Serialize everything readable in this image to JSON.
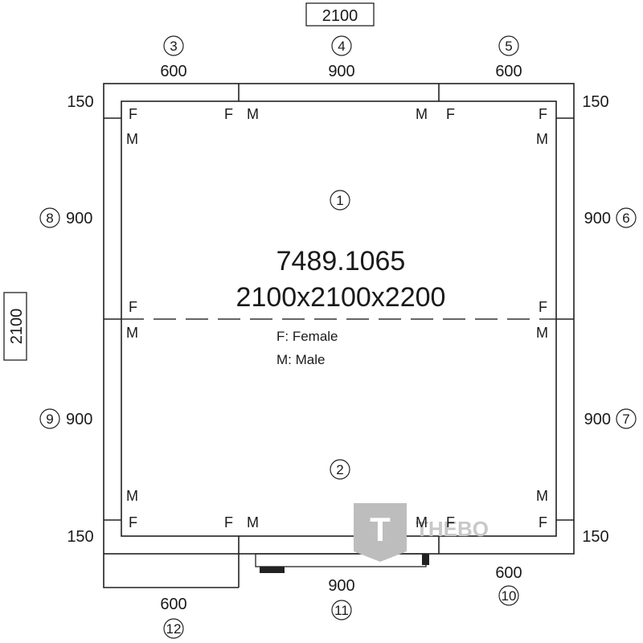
{
  "overall": {
    "top_width": "2100",
    "left_height": "2100"
  },
  "panels": [
    {
      "num": "3",
      "dim": "600"
    },
    {
      "num": "4",
      "dim": "900"
    },
    {
      "num": "5",
      "dim": "600"
    },
    {
      "num": "6",
      "dim": "900"
    },
    {
      "num": "7",
      "dim": "900"
    },
    {
      "num": "8",
      "dim": "900"
    },
    {
      "num": "9",
      "dim": "900"
    },
    {
      "num": "10",
      "dim": "600"
    },
    {
      "num": "11",
      "dim": "900"
    },
    {
      "num": "12",
      "dim": "600"
    }
  ],
  "corner_dims": {
    "top_left": "150",
    "top_right": "150",
    "bottom_left": "150",
    "bottom_right": "150"
  },
  "floor_panels": [
    {
      "num": "1"
    },
    {
      "num": "2"
    }
  ],
  "code": "7489.1065",
  "size": "2100x2100x2200",
  "legend": {
    "female": "F: Female",
    "male": "M: Male"
  },
  "connector_letters": {
    "female": "F",
    "male": "M"
  },
  "brand": {
    "name": "THEBO",
    "logo_letter": "T",
    "color": "#bdbdbd"
  }
}
